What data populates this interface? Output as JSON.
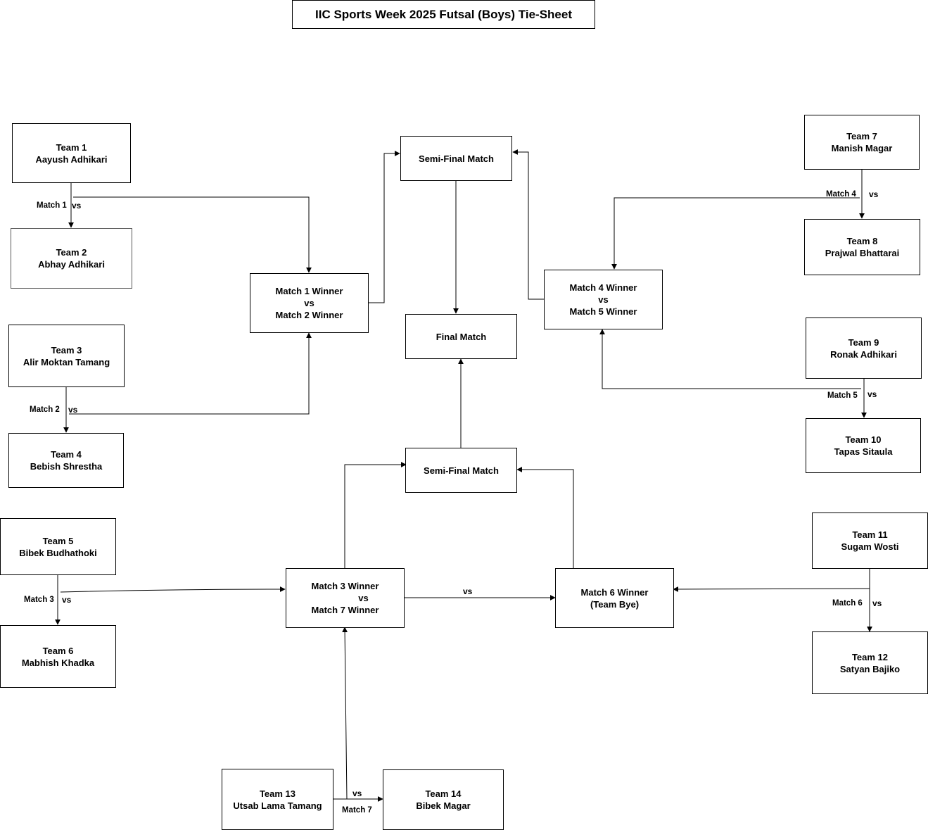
{
  "title": "IIC Sports Week 2025 Futsal (Boys) Tie-Sheet",
  "vs": "vs",
  "teams": [
    {
      "number": "Team 1",
      "name": "Aayush Adhikari"
    },
    {
      "number": "Team 2",
      "name": "Abhay Adhikari"
    },
    {
      "number": "Team 3",
      "name": "Alir Moktan Tamang"
    },
    {
      "number": "Team 4",
      "name": "Bebish Shrestha"
    },
    {
      "number": "Team 5",
      "name": "Bibek Budhathoki"
    },
    {
      "number": "Team 6",
      "name": "Mabhish Khadka"
    },
    {
      "number": "Team 7",
      "name": "Manish Magar"
    },
    {
      "number": "Team 8",
      "name": "Prajwal Bhattarai"
    },
    {
      "number": "Team 9",
      "name": "Ronak Adhikari"
    },
    {
      "number": "Team 10",
      "name": "Tapas Sitaula"
    },
    {
      "number": "Team 11",
      "name": "Sugam Wosti"
    },
    {
      "number": "Team 12",
      "name": "Satyan Bajiko"
    },
    {
      "number": "Team 13",
      "name": "Utsab Lama Tamang"
    },
    {
      "number": "Team 14",
      "name": "Bibek Magar"
    }
  ],
  "matches": {
    "m1": "Match 1",
    "m2": "Match 2",
    "m3": "Match 3",
    "m4": "Match 4",
    "m5": "Match 5",
    "m6": "Match 6",
    "m7": "Match 7"
  },
  "rounds": {
    "m1m2": {
      "a": "Match 1 Winner",
      "vs": "vs",
      "b": "Match 2 Winner"
    },
    "m4m5": {
      "a": "Match 4 Winner",
      "vs": "vs",
      "b": "Match 5 Winner"
    },
    "m3m7": {
      "a": "Match 3 Winner",
      "vs": "vs",
      "b": "Match 7 Winner"
    },
    "m6": {
      "a": "Match 6 Winner",
      "b": "(Team Bye)"
    },
    "semi_top": "Semi-Final Match",
    "semi_bottom": "Semi-Final Match",
    "final": "Final Match"
  }
}
